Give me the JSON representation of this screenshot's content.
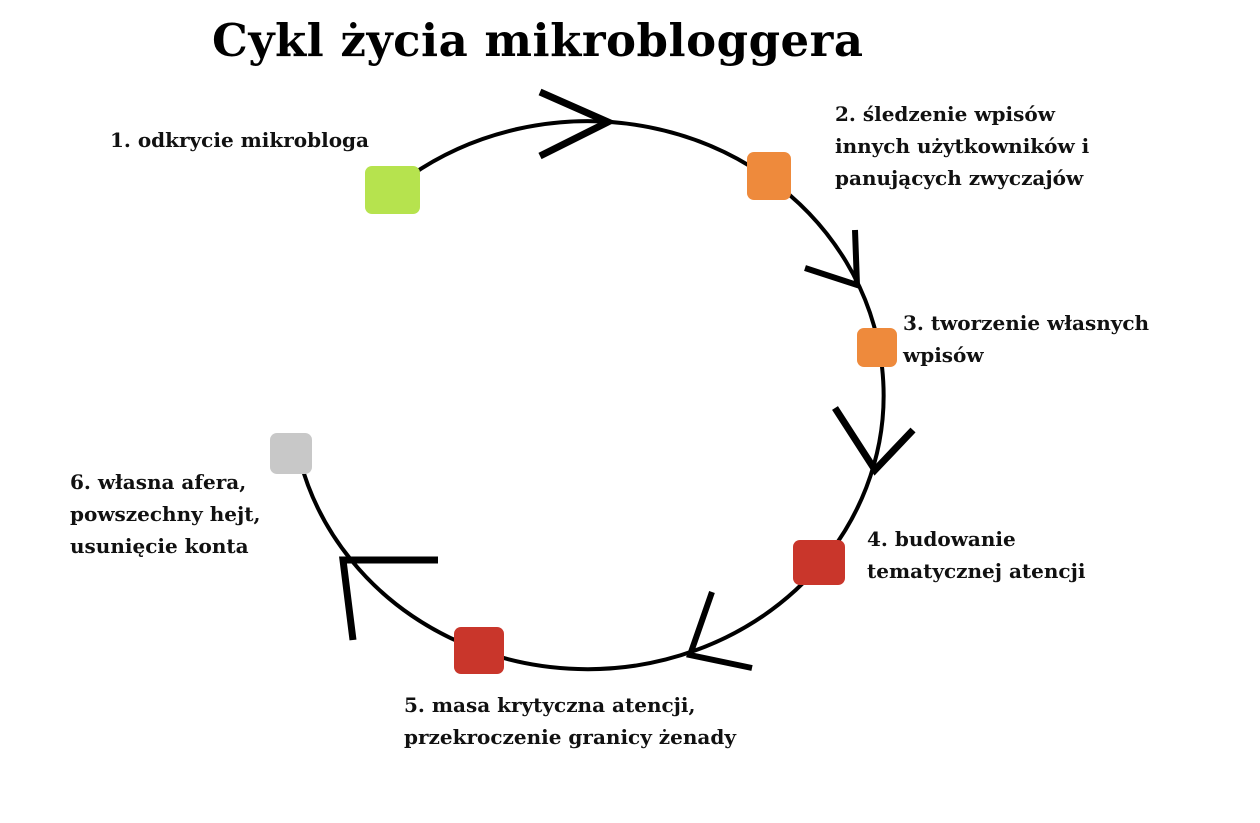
{
  "title": "Cykl życia mikrobloggera",
  "steps": [
    {
      "lines": [
        "1. odkrycie mikrobloga"
      ],
      "color": "#b6e34e"
    },
    {
      "lines": [
        "2. śledzenie wpisów",
        "innych użytkowników i",
        "panujących zwyczajów"
      ],
      "color": "#ee8a3c"
    },
    {
      "lines": [
        "3. tworzenie własnych",
        "wpisów"
      ],
      "color": "#ee8a3c"
    },
    {
      "lines": [
        "4. budowanie",
        "tematycznej atencji"
      ],
      "color": "#c9362b"
    },
    {
      "lines": [
        "5. masa krytyczna atencji,",
        "przekroczenie granicy żenady"
      ],
      "color": "#c9362b"
    },
    {
      "lines": [
        "6. własna afera,",
        "powszechny hejt,",
        "usunięcie konta"
      ],
      "color": "#c8c8c8"
    }
  ]
}
